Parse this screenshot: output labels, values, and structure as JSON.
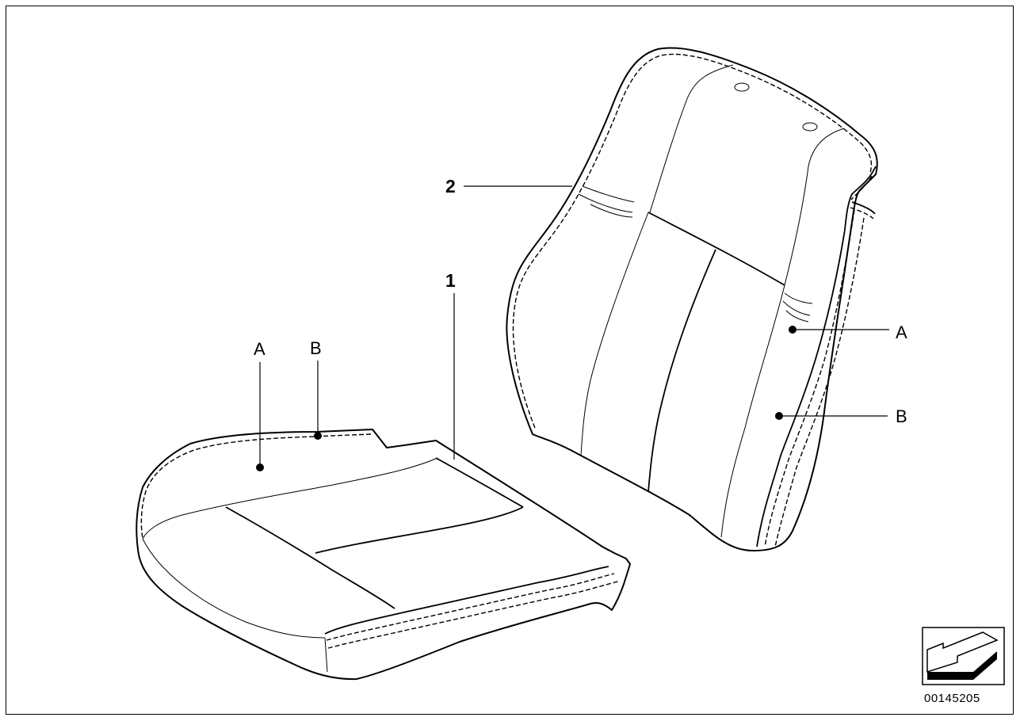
{
  "diagram": {
    "part_labels": {
      "part1": "1",
      "part2": "2"
    },
    "callouts": {
      "cushion_a": "A",
      "cushion_b": "B",
      "backrest_a": "A",
      "backrest_b": "B"
    },
    "drawing_number": "00145205",
    "orientation_icon": "arrow-icon",
    "colors": {
      "line": "#000000",
      "background": "#ffffff"
    }
  }
}
